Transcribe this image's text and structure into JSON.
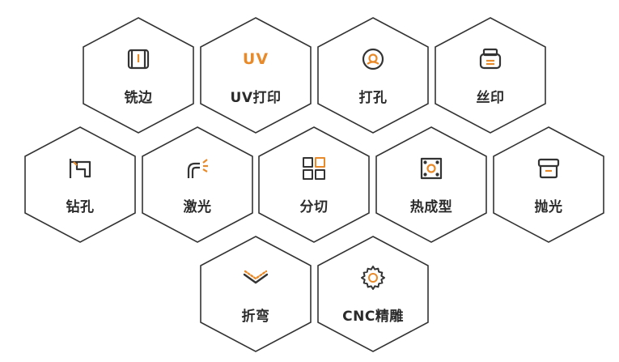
{
  "accent_color": "#e88a2a",
  "stroke_color": "#333333",
  "tiles": [
    {
      "id": "edge-milling",
      "label": "铣边",
      "icon": "edge-milling-icon"
    },
    {
      "id": "uv-print",
      "label": "UV打印",
      "icon": "uv-icon",
      "icon_text": "UV"
    },
    {
      "id": "punching",
      "label": "打孔",
      "icon": "punch-icon"
    },
    {
      "id": "screen-print",
      "label": "丝印",
      "icon": "printer-icon"
    },
    {
      "id": "drilling",
      "label": "钻孔",
      "icon": "drill-icon"
    },
    {
      "id": "laser",
      "label": "激光",
      "icon": "laser-icon"
    },
    {
      "id": "cutting",
      "label": "分切",
      "icon": "grid-icon"
    },
    {
      "id": "thermoforming",
      "label": "热成型",
      "icon": "thermoform-icon"
    },
    {
      "id": "polishing",
      "label": "抛光",
      "icon": "polish-icon"
    },
    {
      "id": "bending",
      "label": "折弯",
      "icon": "bend-icon"
    },
    {
      "id": "cnc-engraving",
      "label": "CNC精雕",
      "icon": "gear-icon"
    }
  ]
}
